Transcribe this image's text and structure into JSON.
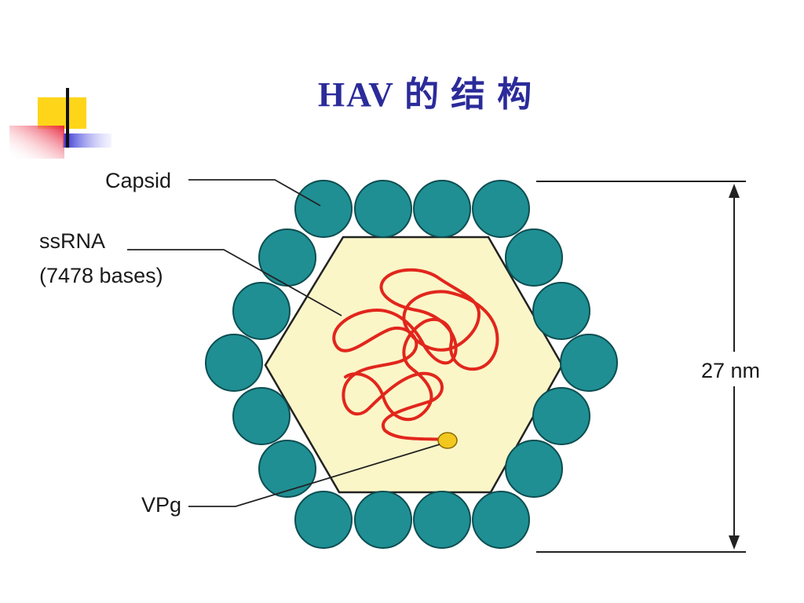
{
  "slide": {
    "title": "HAV 的 结 构"
  },
  "diagram": {
    "labels": {
      "capsid": "Capsid",
      "ssrna_line1": "ssRNA",
      "ssrna_line2": "(7478 bases)",
      "vpg": "VPg",
      "size": "27 nm"
    },
    "colors": {
      "capsomere": "#1f8f93",
      "capsomere_edge": "#0d4e52",
      "hexagon_fill": "#fbf6c8",
      "rna": "#e2261c",
      "vpg": "#f2c81e",
      "title": "#2b2b9a"
    }
  }
}
